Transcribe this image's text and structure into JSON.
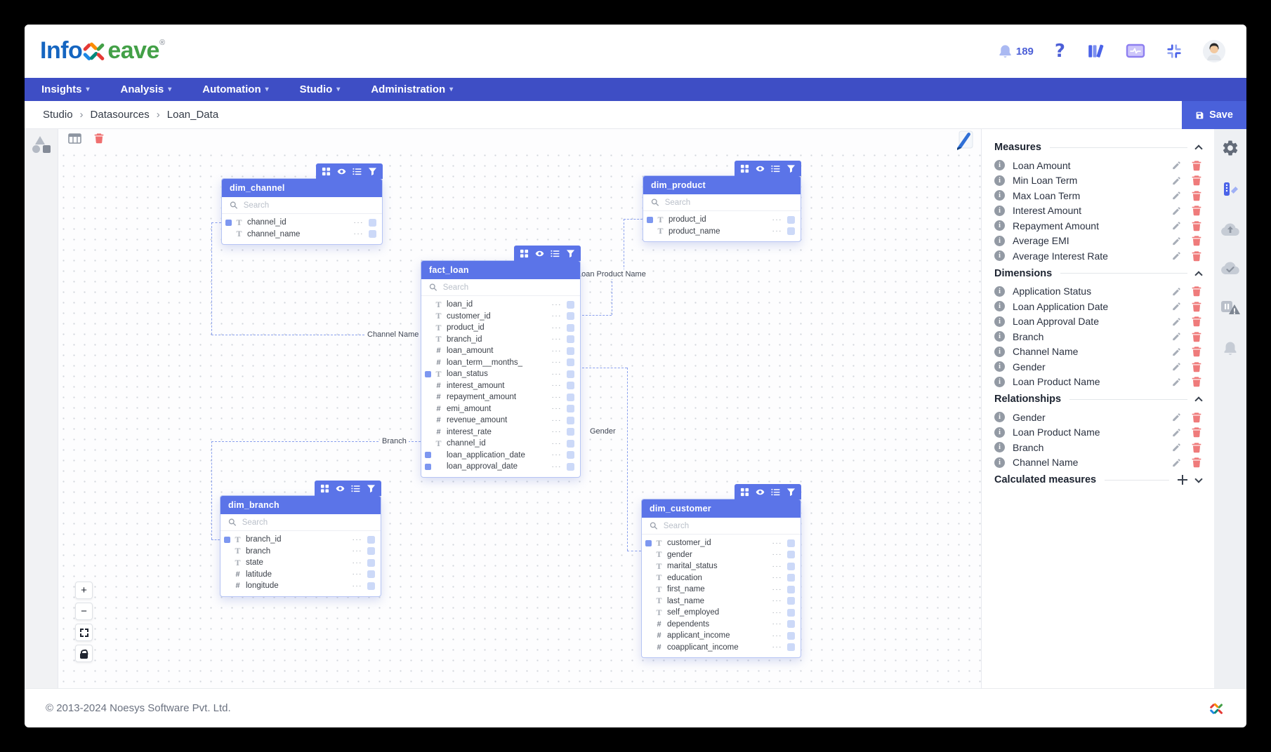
{
  "logo": {
    "prefix": "Info",
    "suffix": "eave",
    "registered": "®"
  },
  "header": {
    "notification_count": "189",
    "help_glyph": "?"
  },
  "nav": {
    "caret": "▾",
    "items": [
      {
        "label": "Insights"
      },
      {
        "label": "Analysis"
      },
      {
        "label": "Automation"
      },
      {
        "label": "Studio"
      },
      {
        "label": "Administration"
      }
    ]
  },
  "breadcrumb": {
    "separator": "›",
    "items": [
      "Studio",
      "Datasources",
      "Loan_Data"
    ]
  },
  "toolbar": {
    "save_label": "Save"
  },
  "canvas": {
    "entities": [
      {
        "id": "dim_channel",
        "name": "dim_channel",
        "search_placeholder": "Search",
        "columns": [
          {
            "name": "channel_id",
            "type": "text",
            "key": true
          },
          {
            "name": "channel_name",
            "type": "text",
            "key": false
          }
        ]
      },
      {
        "id": "dim_product",
        "name": "dim_product",
        "search_placeholder": "Search",
        "columns": [
          {
            "name": "product_id",
            "type": "text",
            "key": true
          },
          {
            "name": "product_name",
            "type": "text",
            "key": false
          }
        ]
      },
      {
        "id": "fact_loan",
        "name": "fact_loan",
        "search_placeholder": "Search",
        "columns": [
          {
            "name": "loan_id",
            "type": "text",
            "key": false
          },
          {
            "name": "customer_id",
            "type": "text",
            "key": false
          },
          {
            "name": "product_id",
            "type": "text",
            "key": false
          },
          {
            "name": "branch_id",
            "type": "text",
            "key": false
          },
          {
            "name": "loan_amount",
            "type": "number",
            "key": false
          },
          {
            "name": "loan_term__months_",
            "type": "number",
            "key": false
          },
          {
            "name": "loan_status",
            "type": "text",
            "key": true
          },
          {
            "name": "interest_amount",
            "type": "number",
            "key": false
          },
          {
            "name": "repayment_amount",
            "type": "number",
            "key": false
          },
          {
            "name": "emi_amount",
            "type": "number",
            "key": false
          },
          {
            "name": "revenue_amount",
            "type": "number",
            "key": false
          },
          {
            "name": "interest_rate",
            "type": "number",
            "key": false
          },
          {
            "name": "channel_id",
            "type": "text",
            "key": false
          },
          {
            "name": "loan_application_date",
            "type": "date",
            "key": true
          },
          {
            "name": "loan_approval_date",
            "type": "date",
            "key": true
          }
        ]
      },
      {
        "id": "dim_branch",
        "name": "dim_branch",
        "search_placeholder": "Search",
        "columns": [
          {
            "name": "branch_id",
            "type": "text",
            "key": true
          },
          {
            "name": "branch",
            "type": "text",
            "key": false
          },
          {
            "name": "state",
            "type": "text",
            "key": false
          },
          {
            "name": "latitude",
            "type": "number",
            "key": false
          },
          {
            "name": "longitude",
            "type": "number",
            "key": false
          }
        ]
      },
      {
        "id": "dim_customer",
        "name": "dim_customer",
        "search_placeholder": "Search",
        "columns": [
          {
            "name": "customer_id",
            "type": "text",
            "key": true
          },
          {
            "name": "gender",
            "type": "text",
            "key": false
          },
          {
            "name": "marital_status",
            "type": "text",
            "key": false
          },
          {
            "name": "education",
            "type": "text",
            "key": false
          },
          {
            "name": "first_name",
            "type": "text",
            "key": false
          },
          {
            "name": "last_name",
            "type": "text",
            "key": false
          },
          {
            "name": "self_employed",
            "type": "text",
            "key": false
          },
          {
            "name": "dependents",
            "type": "number",
            "key": false
          },
          {
            "name": "applicant_income",
            "type": "number",
            "key": false
          },
          {
            "name": "coapplicant_income",
            "type": "number",
            "key": false
          }
        ]
      }
    ],
    "relationship_labels": {
      "channel": "Channel Name",
      "branch": "Branch",
      "gender": "Gender",
      "product": "Loan Product Name"
    },
    "row_menu_glyph": "···",
    "zoom_controls": [
      {
        "name": "zoom-in",
        "glyph": "+"
      },
      {
        "name": "zoom-out",
        "glyph": "−"
      },
      {
        "name": "fit-screen",
        "glyph": ""
      },
      {
        "name": "lock",
        "glyph": ""
      }
    ]
  },
  "panel": {
    "sections": [
      {
        "title": "Measures",
        "collapsed": false,
        "has_add": false,
        "items": [
          "Loan Amount",
          "Min Loan Term",
          "Max Loan Term",
          "Interest Amount",
          "Repayment Amount",
          "Average EMI",
          "Average Interest Rate"
        ]
      },
      {
        "title": "Dimensions",
        "collapsed": false,
        "has_add": false,
        "items": [
          "Application Status",
          "Loan Application Date",
          "Loan Approval Date",
          "Branch",
          "Channel Name",
          "Gender",
          "Loan Product Name"
        ]
      },
      {
        "title": "Relationships",
        "collapsed": false,
        "has_add": false,
        "items": [
          "Gender",
          "Loan Product Name",
          "Branch",
          "Channel Name"
        ]
      },
      {
        "title": "Calculated measures",
        "collapsed": true,
        "has_add": true,
        "items": []
      }
    ]
  },
  "footer": {
    "copyright": "© 2013-2024 Noesys Software Pvt. Ltd."
  },
  "colors": {
    "nav": "#3e4ec5",
    "entity_header": "#5b74e8",
    "accent": "#4a61da",
    "connector": "#8aa0ee",
    "trash": "#ef7b7b"
  }
}
